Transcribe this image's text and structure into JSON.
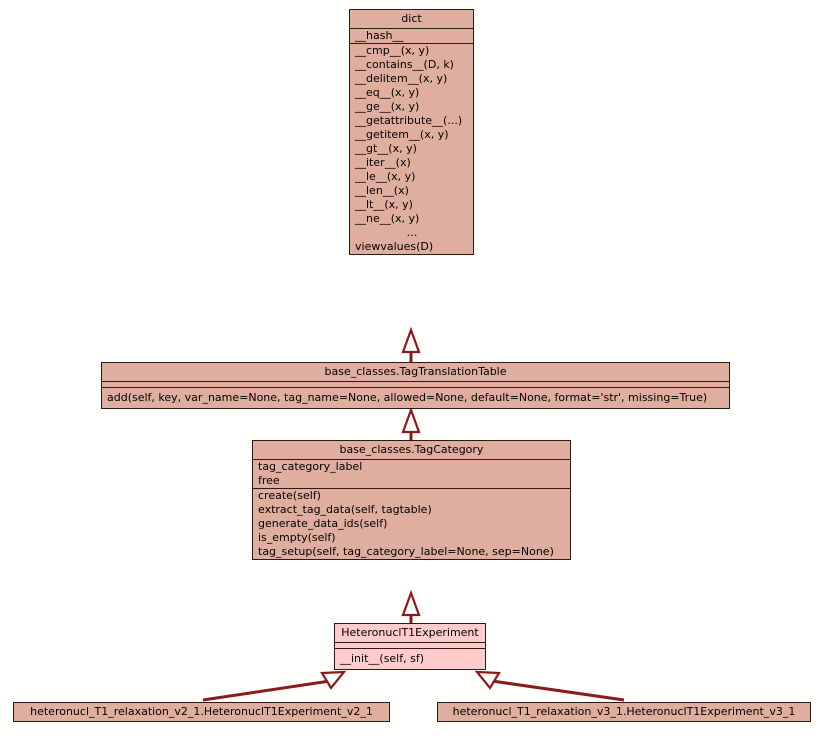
{
  "diagram": {
    "type": "uml-class-diagram",
    "title": "HeteronuclT1Experiment class hierarchy",
    "background_color": "#fffffe",
    "class_fill_color": "#e0ae9f",
    "highlight_fill_color": "#ffcccc",
    "border_color": "#2b1a15",
    "edge_color": "#8b1a1a",
    "relationship": "inheritance (hollow triangle arrowhead pointing to superclass)"
  },
  "classes": {
    "dict": {
      "name": "dict",
      "attributes": [
        "__hash__"
      ],
      "methods": [
        "__cmp__(x, y)",
        "__contains__(D, k)",
        "__delitem__(x, y)",
        "__eq__(x, y)",
        "__ge__(x, y)",
        "__getattribute__(...)",
        "__getitem__(x, y)",
        "__gt__(x, y)",
        "__iter__(x)",
        "__le__(x, y)",
        "__len__(x)",
        "__lt__(x, y)",
        "__ne__(x, y)",
        "…",
        "viewvalues(D)"
      ],
      "ellipsis_index": 13
    },
    "tag_translation_table": {
      "name": "base_classes.TagTranslationTable",
      "attributes": [],
      "methods": [
        "add(self, key, var_name=None, tag_name=None, allowed=None, default=None, format='str', missing=True)"
      ]
    },
    "tag_category": {
      "name": "base_classes.TagCategory",
      "attributes": [
        "tag_category_label",
        "free"
      ],
      "methods": [
        "create(self)",
        "extract_tag_data(self, tagtable)",
        "generate_data_ids(self)",
        "is_empty(self)",
        "tag_setup(self, tag_category_label=None, sep=None)"
      ]
    },
    "heteronucl_t1_experiment": {
      "name": "HeteronuclT1Experiment",
      "highlighted": true,
      "attributes": [],
      "methods": [
        "__init__(self, sf)"
      ]
    },
    "heteronucl_v2_1": {
      "name": "heteronucl_T1_relaxation_v2_1.HeteronuclT1Experiment_v2_1",
      "attributes": [],
      "methods": []
    },
    "heteronucl_v3_1": {
      "name": "heteronucl_T1_relaxation_v3_1.HeteronuclT1Experiment_v3_1",
      "attributes": [],
      "methods": []
    }
  },
  "edges": [
    {
      "from": "base_classes.TagTranslationTable",
      "to": "dict",
      "kind": "inheritance"
    },
    {
      "from": "base_classes.TagCategory",
      "to": "base_classes.TagTranslationTable",
      "kind": "inheritance"
    },
    {
      "from": "HeteronuclT1Experiment",
      "to": "base_classes.TagCategory",
      "kind": "inheritance"
    },
    {
      "from": "heteronucl_T1_relaxation_v2_1.HeteronuclT1Experiment_v2_1",
      "to": "HeteronuclT1Experiment",
      "kind": "inheritance"
    },
    {
      "from": "heteronucl_T1_relaxation_v3_1.HeteronuclT1Experiment_v3_1",
      "to": "HeteronuclT1Experiment",
      "kind": "inheritance"
    }
  ]
}
